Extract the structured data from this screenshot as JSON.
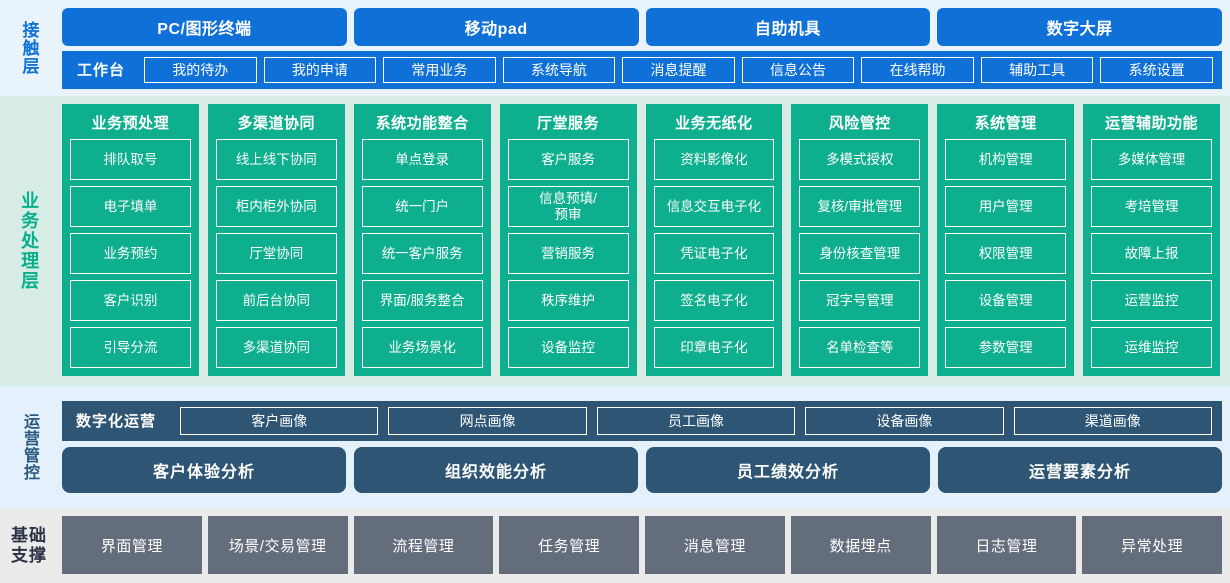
{
  "contact_layer": {
    "label": "接触层",
    "channels": [
      "PC/图形终端",
      "移动pad",
      "自助机具",
      "数字大屏"
    ],
    "workbench": {
      "title": "工作台",
      "items": [
        "我的待办",
        "我的申请",
        "常用业务",
        "系统导航",
        "消息提醒",
        "信息公告",
        "在线帮助",
        "辅助工具",
        "系统设置"
      ]
    }
  },
  "business_layer": {
    "label": "业务处理层",
    "columns": [
      {
        "title": "业务预处理",
        "items": [
          "排队取号",
          "电子填单",
          "业务预约",
          "客户识别",
          "引导分流"
        ]
      },
      {
        "title": "多渠道协同",
        "items": [
          "线上线下协同",
          "柜内柜外协同",
          "厅堂协同",
          "前后台协同",
          "多渠道协同"
        ]
      },
      {
        "title": "系统功能整合",
        "items": [
          "单点登录",
          "统一门户",
          "统一客户服务",
          "界面/服务整合",
          "业务场景化"
        ]
      },
      {
        "title": "厅堂服务",
        "items": [
          "客户服务",
          "信息预填/\n预审",
          "营销服务",
          "秩序维护",
          "设备监控"
        ]
      },
      {
        "title": "业务无纸化",
        "items": [
          "资料影像化",
          "信息交互电子化",
          "凭证电子化",
          "签名电子化",
          "印章电子化"
        ]
      },
      {
        "title": "风险管控",
        "items": [
          "多模式授权",
          "复核/审批管理",
          "身份核查管理",
          "冠字号管理",
          "名单检查等"
        ]
      },
      {
        "title": "系统管理",
        "items": [
          "机构管理",
          "用户管理",
          "权限管理",
          "设备管理",
          "参数管理"
        ]
      },
      {
        "title": "运营辅助功能",
        "items": [
          "多媒体管理",
          "考培管理",
          "故障上报",
          "运营监控",
          "运维监控"
        ]
      }
    ]
  },
  "ops_layer": {
    "label": "运营管控",
    "digital_ops": {
      "title": "数字化运营",
      "items": [
        "客户画像",
        "网点画像",
        "员工画像",
        "设备画像",
        "渠道画像"
      ]
    },
    "analysis": [
      "客户体验分析",
      "组织效能分析",
      "员工绩效分析",
      "运营要素分析"
    ]
  },
  "base_layer": {
    "label": "基础\n支撑",
    "items": [
      "界面管理",
      "场景/交易管理",
      "流程管理",
      "任务管理",
      "消息管理",
      "数据埋点",
      "日志管理",
      "异常处理"
    ]
  },
  "colors": {
    "contact_bg": "#e9f3fc",
    "contact_accent": "#0f71d7",
    "business_bg": "#d8ece6",
    "business_accent": "#0eaf8e",
    "ops_bg": "#e4f0fb",
    "ops_accent": "#2e5574",
    "base_bg": "#ebebeb",
    "base_accent": "#646d7c"
  }
}
